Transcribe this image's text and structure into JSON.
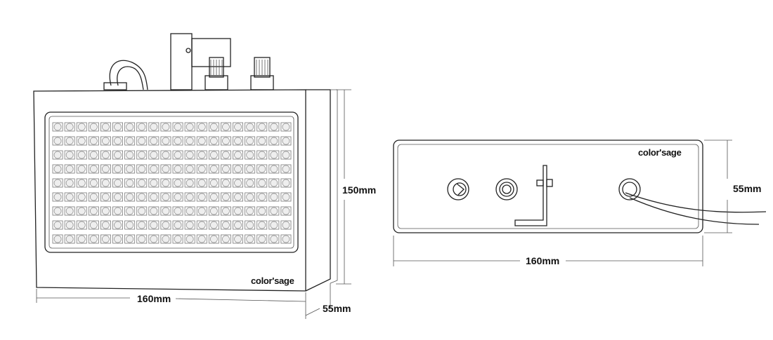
{
  "front_view": {
    "logo": "color'sage",
    "height_label": "150mm",
    "width_label": "160mm",
    "depth_label": "55mm",
    "led_grid": {
      "rows": 9,
      "cols": 20
    }
  },
  "side_view": {
    "logo": "color'sage",
    "height_label": "55mm",
    "width_label": "160mm"
  }
}
